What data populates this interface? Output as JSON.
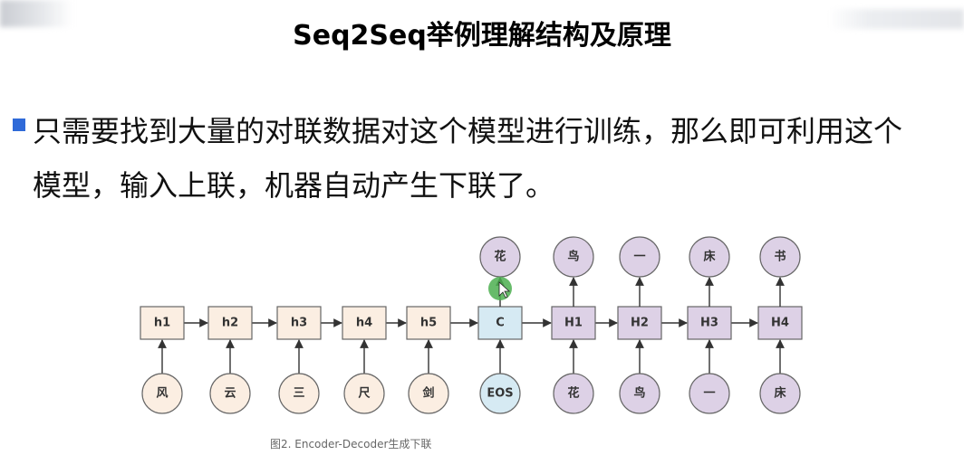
{
  "slide": {
    "title": "Seq2Seq举例理解结构及原理",
    "bullet_line1": "只需要找到大量的对联数据对这个模型进行训练，那么即可利用这个",
    "bullet_line2": "模型，输入上联，机器自动产生下联了。"
  },
  "diagram": {
    "encoder_states": [
      "h1",
      "h2",
      "h3",
      "h4",
      "h5"
    ],
    "encoder_inputs": [
      "风",
      "云",
      "三",
      "尺",
      "剑"
    ],
    "context": "C",
    "context_input": "EOS",
    "decoder_states": [
      "H1",
      "H2",
      "H3",
      "H4"
    ],
    "decoder_inputs": [
      "花",
      "鸟",
      "一",
      "床"
    ],
    "outputs": [
      "花",
      "鸟",
      "一",
      "床",
      "书"
    ],
    "caption": "图2. Encoder-Decoder生成下联",
    "colors": {
      "encoder_fill": "#fbeee2",
      "context_fill": "#d6eaf3",
      "decoder_fill": "#ddd1e6",
      "stroke": "#666666",
      "cursor": "#4caf50"
    }
  }
}
